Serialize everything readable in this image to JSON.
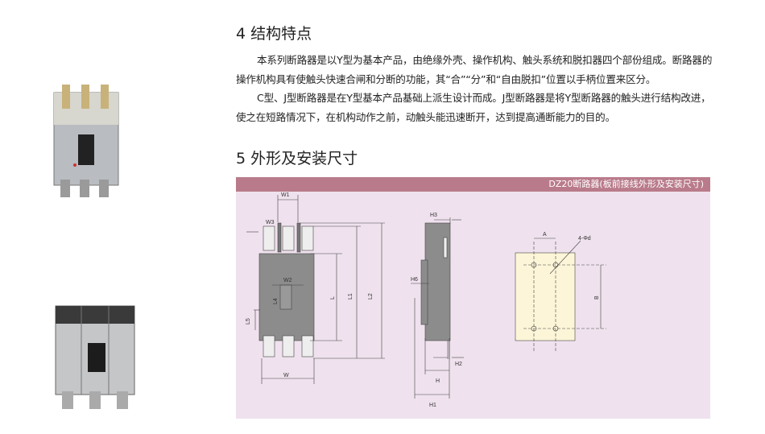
{
  "section4": {
    "title": "4 结构特点",
    "paragraphs": [
      "本系列断路器是以Y型为基本产品，由绝缘外壳、操作机构、触头系统和脱扣器四个部份组成。断路器的操作机构具有使触头快速合闸和分断的功能，其“合”“分”和“自由脱扣”位置以手柄位置来区分。",
      "C型、J型断路器是在Y型基本产品基础上派生设计而成。J型断路器是将Y型断路器的触头进行结构改进，使之在短路情况下，在机构动作之前，动触头能迅速断开，达到提高通断能力的目的。"
    ]
  },
  "section5": {
    "title": "5 外形及安装尺寸"
  },
  "figure": {
    "caption": "DZ20断路器(板前接线外形及安装尺寸)",
    "labels": {
      "W1": "W1",
      "W3": "W3",
      "W2": "W2",
      "L4": "L4",
      "L5": "L5",
      "L": "L",
      "L1": "L1",
      "L2": "L2",
      "W": "W",
      "H3": "H3",
      "H6": "H6",
      "H2": "H2",
      "H": "H",
      "H1": "H1",
      "A": "A",
      "hole": "4-Φd",
      "B": "B"
    }
  },
  "colors": {
    "band": "#b97b8b",
    "panel": "#efe2ee",
    "plate": "#fdf5d8",
    "body": "#8a8a8a"
  }
}
